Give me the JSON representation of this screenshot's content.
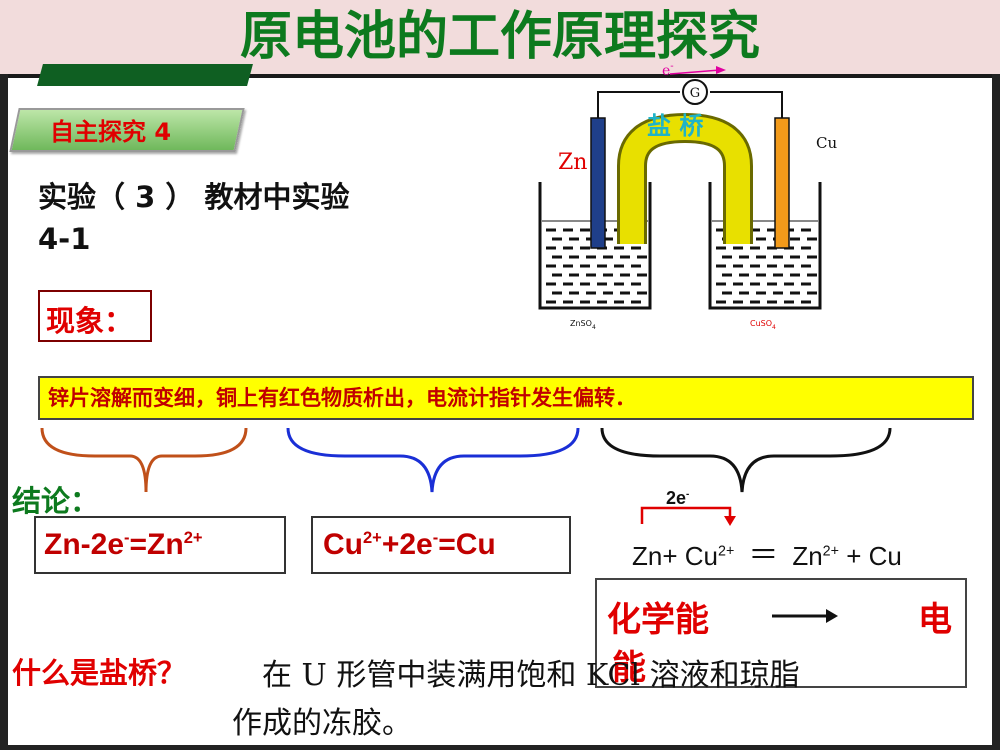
{
  "title": "原电池的工作原理探究",
  "badge": "自主探究 4",
  "experiment": {
    "line1": "实验（ 3 ）  教材中实验",
    "line2": "4-1"
  },
  "phenomenon_label": "现象：",
  "phenomenon_text": "锌片溶解而变细，铜上有红色物质析出，电流计指针发生偏转．",
  "conclusion_label": "结论：",
  "equations": {
    "anode_main": "Zn-2e",
    "anode_sup1": "-",
    "anode_mid": "=Zn",
    "anode_sup2": "2+",
    "cathode_main": "Cu",
    "cathode_sup1": "2+",
    "cathode_mid": "+2e",
    "cathode_sup2": "-",
    "cathode_end": "=Cu",
    "net_zn": "Zn+",
    "net_cu": "Cu",
    "net_cu_sup": "2+",
    "net_eq": "＝",
    "net_zn2": "Zn",
    "net_zn2_sup": "2+",
    "net_end": "+ Cu",
    "transfer_main": "2e",
    "transfer_sup": "-"
  },
  "energy": {
    "chem": "化学能",
    "elec": "电",
    "elec2": "能"
  },
  "salt_bridge": {
    "question": "什么是盐桥？",
    "answer1": "在 U 形管中装满用饱和 KCl 溶液和琼脂",
    "answer2": "作成的冻胶。"
  },
  "diagram": {
    "electron": "e",
    "electron_sup": "-",
    "galvanometer": "G",
    "salt_bridge_label": "盐  桥",
    "zn": "Zn",
    "cu": "Cu",
    "left_solution_main": "ZnSO",
    "left_solution_sub": "4",
    "right_solution_main": "CuSO",
    "right_solution_sub": "4"
  },
  "colors": {
    "title": "#0d7a1e",
    "accent_red": "#e00000",
    "highlight": "#ffff00",
    "bridge": "#e8e000"
  }
}
